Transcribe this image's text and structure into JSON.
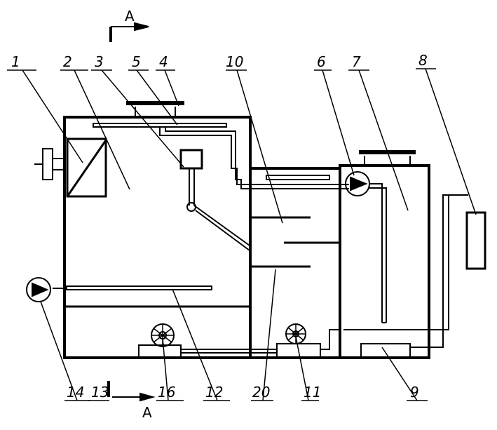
{
  "labels": {
    "n1": "1",
    "n2": "2",
    "n3": "3",
    "n4": "4",
    "n5": "5",
    "n6": "6",
    "n7": "7",
    "n8": "8",
    "n9": "9",
    "n10": "10",
    "n11": "11",
    "n12": "12",
    "n13": "13",
    "n14": "14",
    "n16": "16",
    "n20": "20"
  },
  "section": {
    "top": "A",
    "bottom": "A"
  }
}
